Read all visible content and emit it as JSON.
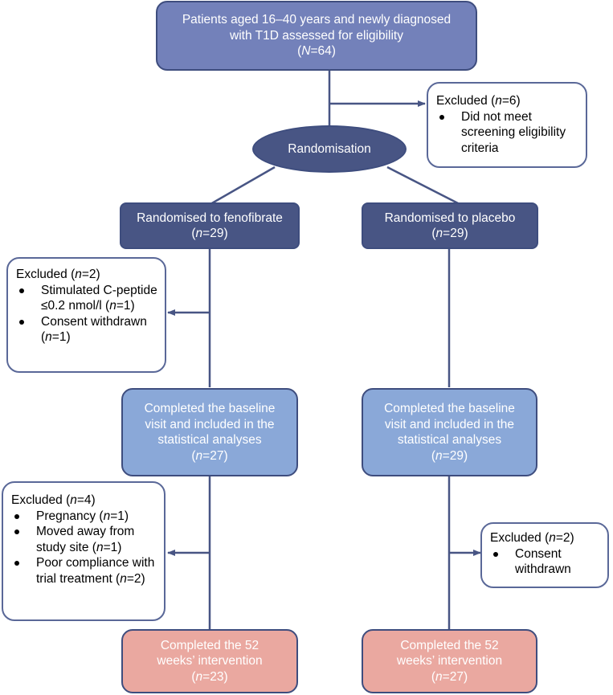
{
  "diagram": {
    "type": "flowchart",
    "title": "CONSORT participant flow",
    "colors": {
      "top_box": "#7381ba",
      "dark_box": "#485584",
      "baseline_box": "#8aa8d8",
      "completed_box": "#eaa8a0",
      "connector": "#485584",
      "exclusion_border": "#5a6898"
    },
    "assessed": {
      "line1": "Patients aged 16–40 years and newly diagnosed",
      "line2": "with T1D assessed for eligibility",
      "n_label": "N",
      "n_value": "=64"
    },
    "excluded_screening": {
      "heading": "Excluded (",
      "n_label": "n",
      "n_value": "=6)",
      "reasons": [
        "Did not meet screening eligibility criteria"
      ]
    },
    "randomisation": {
      "label": "Randomisation"
    },
    "arms": [
      {
        "randomised": {
          "label": "Randomised to fenofibrate",
          "n_label": "n",
          "n_value": "=29"
        },
        "excluded_baseline": {
          "heading": "Excluded (",
          "n_label": "n",
          "n_value": "=2)",
          "reasons": [
            {
              "text": "Stimulated C-peptide ≤0.2 nmol/l (",
              "n": "n",
              "v": "=1)"
            },
            {
              "text": "Consent withdrawn (",
              "n": "n",
              "v": "=1)"
            }
          ]
        },
        "baseline": {
          "line1": "Completed the baseline",
          "line2": "visit and included in the",
          "line3": "statistical analyses",
          "n_label": "n",
          "n_value": "=27"
        },
        "excluded_followup": {
          "heading": "Excluded (",
          "n_label": "n",
          "n_value": "=4)",
          "reasons": [
            {
              "text": "Pregnancy (",
              "n": "n",
              "v": "=1)"
            },
            {
              "text": "Moved away from study site (",
              "n": "n",
              "v": "=1)"
            },
            {
              "text": "Poor compliance with trial treatment (",
              "n": "n",
              "v": "=2)"
            }
          ]
        },
        "completed": {
          "line1": "Completed the 52",
          "line2": "weeks’ intervention",
          "n_label": "n",
          "n_value": "=23"
        }
      },
      {
        "randomised": {
          "label": "Randomised to placebo",
          "n_label": "n",
          "n_value": "=29"
        },
        "baseline": {
          "line1": "Completed the baseline",
          "line2": "visit and included in the",
          "line3": "statistical analyses",
          "n_label": "n",
          "n_value": "=29"
        },
        "excluded_followup": {
          "heading": "Excluded (",
          "n_label": "n",
          "n_value": "=2)",
          "reasons": [
            {
              "text": "Consent withdrawn"
            }
          ]
        },
        "completed": {
          "line1": "Completed the 52",
          "line2": "weeks’ intervention",
          "n_label": "n",
          "n_value": "=27"
        }
      }
    ]
  }
}
